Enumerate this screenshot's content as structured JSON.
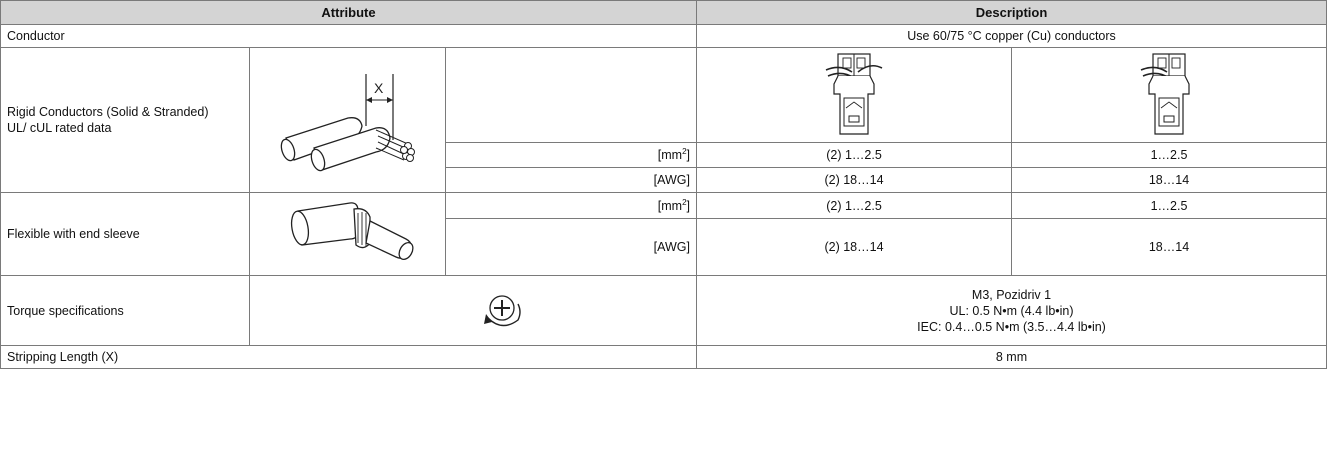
{
  "header": {
    "attribute": "Attribute",
    "description": "Description"
  },
  "rows": {
    "conductor": {
      "label": "Conductor",
      "value": "Use 60/75 °C copper (Cu) conductors"
    },
    "rigid": {
      "label_line1": "Rigid Conductors (Solid & Stranded)",
      "label_line2": "UL/ cUL rated data",
      "stripping_mark": "X",
      "mm2_unit": "[mm",
      "mm2_sup": "2",
      "mm2_close": "]",
      "awg_unit": "[AWG]",
      "mm2_col1": "(2) 1…2.5",
      "mm2_col2": "1…2.5",
      "awg_col1": "(2) 18…14",
      "awg_col2": "18…14"
    },
    "flexible": {
      "label": "Flexible with end sleeve",
      "mm2_unit": "[mm",
      "mm2_sup": "2",
      "mm2_close": "]",
      "awg_unit": "[AWG]",
      "mm2_col1": "(2) 1…2.5",
      "mm2_col2": "1…2.5",
      "awg_col1": "(2) 18…14",
      "awg_col2": "18…14"
    },
    "torque": {
      "label": "Torque specifications",
      "line1": "M3, Pozidriv 1",
      "line2": "UL: 0.5 N•m (4.4 lb•in)",
      "line3": "IEC: 0.4…0.5 N•m (3.5…4.4 lb•in)"
    },
    "stripping": {
      "label": "Stripping Length (X)",
      "value": "8 mm"
    }
  },
  "icons": {
    "rigid_conductor": "stripped-wire-icon",
    "flexible_conductor": "ferrule-wire-icon",
    "torque": "torque-screwdriver-icon",
    "terminal_two_wires": "spring-terminal-two-wires-icon",
    "terminal_one_wire": "spring-terminal-one-wire-icon"
  }
}
